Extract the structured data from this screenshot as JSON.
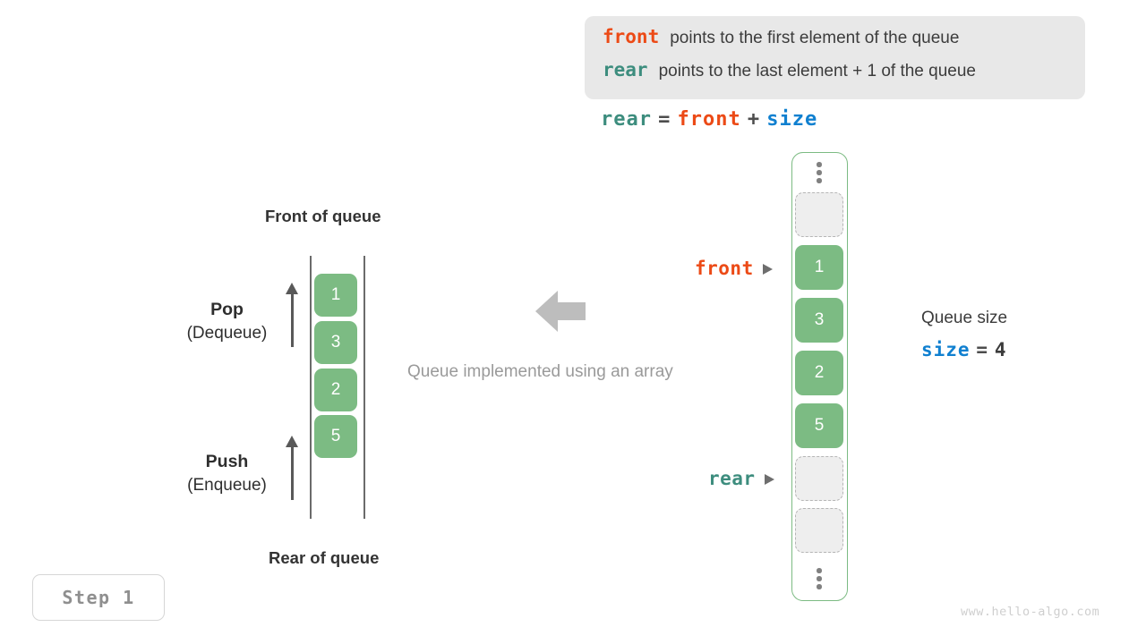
{
  "legend": {
    "lines": [
      {
        "keyword": "front",
        "text": "points to the first element of the queue",
        "color": "#ec4a16"
      },
      {
        "keyword": "rear",
        "text": "points to the last element + 1 of the queue",
        "color": "#3d8d7e"
      }
    ]
  },
  "formula": {
    "lhs": "rear",
    "eq": "=",
    "rhs1": "front",
    "plus": "+",
    "rhs2": "size"
  },
  "queue_panel": {
    "front_label": "Front of queue",
    "rear_label": "Rear of queue",
    "pop": {
      "title": "Pop",
      "subtitle": "(Dequeue)"
    },
    "push": {
      "title": "Push",
      "subtitle": "(Enqueue)"
    },
    "cells": [
      "1",
      "3",
      "2",
      "5"
    ]
  },
  "center": {
    "caption": "Queue implemented using an array",
    "arrow_direction": "left"
  },
  "array": {
    "cells": [
      {
        "type": "ellipsis",
        "value": ""
      },
      {
        "type": "empty",
        "value": ""
      },
      {
        "type": "filled",
        "value": "1"
      },
      {
        "type": "filled",
        "value": "3"
      },
      {
        "type": "filled",
        "value": "2"
      },
      {
        "type": "filled",
        "value": "5"
      },
      {
        "type": "empty",
        "value": ""
      },
      {
        "type": "empty",
        "value": ""
      },
      {
        "type": "ellipsis",
        "value": ""
      }
    ],
    "pointers": [
      {
        "name": "front",
        "color": "#ec4a16"
      },
      {
        "name": "rear",
        "color": "#3d8d7e"
      }
    ]
  },
  "size_panel": {
    "title": "Queue size",
    "var": "size",
    "eq": "=",
    "value": "4"
  },
  "step_badge": {
    "label": "Step 1"
  },
  "watermark": {
    "text": "www.hello-algo.com"
  },
  "colors": {
    "front": "#ec4a16",
    "rear": "#3d8d7e",
    "size": "#1080d0",
    "cell_fill": "#7cbb83",
    "empty_fill": "#eeeeee",
    "frame_border": "#7cbb83",
    "legend_bg": "#e8e8e8",
    "arrow_gray": "#bdbdbd"
  }
}
